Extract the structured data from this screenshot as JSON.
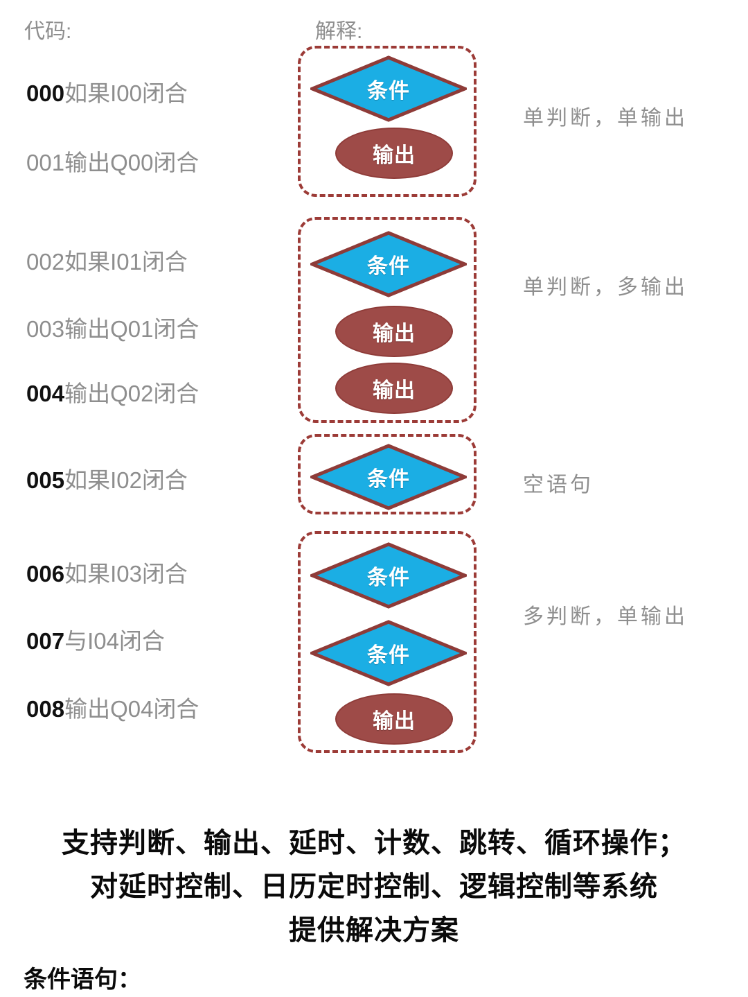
{
  "headers": {
    "code": "代码:",
    "explanation": "解释:"
  },
  "colors": {
    "decision_fill": "#1BAEE4",
    "decision_border": "#8e3b38",
    "output_fill": "#9e4b48",
    "group_border": "#9c3b37",
    "muted_text": "#8e8e8e",
    "strong_text": "#111111"
  },
  "code_lines": [
    {
      "num": "000",
      "text": "如果I00闭合",
      "num_dark": true
    },
    {
      "num": "001",
      "text": "输出Q00闭合",
      "num_dark": false
    },
    {
      "num": "002",
      "text": "如果I01闭合",
      "num_dark": false
    },
    {
      "num": "003",
      "text": "输出Q01闭合",
      "num_dark": false
    },
    {
      "num": "004",
      "text": "输出Q02闭合",
      "num_dark": true
    },
    {
      "num": "005",
      "text": "如果I02闭合",
      "num_dark": true
    },
    {
      "num": "006",
      "text": "如果I03闭合",
      "num_dark": true
    },
    {
      "num": "007",
      "text": "与I04闭合",
      "num_dark": true
    },
    {
      "num": "008",
      "text": "输出Q04闭合",
      "num_dark": true
    }
  ],
  "flow_groups": [
    {
      "id": "group-single-decision-single-output",
      "nodes": [
        {
          "kind": "decision",
          "label": "条件"
        },
        {
          "kind": "output",
          "label": "输出"
        }
      ],
      "explanation": "单判断，单输出"
    },
    {
      "id": "group-single-decision-multi-output",
      "nodes": [
        {
          "kind": "decision",
          "label": "条件"
        },
        {
          "kind": "output",
          "label": "输出"
        },
        {
          "kind": "output",
          "label": "输出"
        }
      ],
      "explanation": "单判断，多输出"
    },
    {
      "id": "group-empty-statement",
      "nodes": [
        {
          "kind": "decision",
          "label": "条件"
        }
      ],
      "explanation": "空语句"
    },
    {
      "id": "group-multi-decision-single-output",
      "nodes": [
        {
          "kind": "decision",
          "label": "条件"
        },
        {
          "kind": "decision",
          "label": "条件"
        },
        {
          "kind": "output",
          "label": "输出"
        }
      ],
      "explanation": "多判断，单输出"
    }
  ],
  "bottom_note": [
    "支持判断、输出、延时、计数、跳转、循环操作；",
    "对延时控制、日历定时控制、逻辑控制等系统",
    "提供解决方案"
  ],
  "footer_label": "条件语句："
}
